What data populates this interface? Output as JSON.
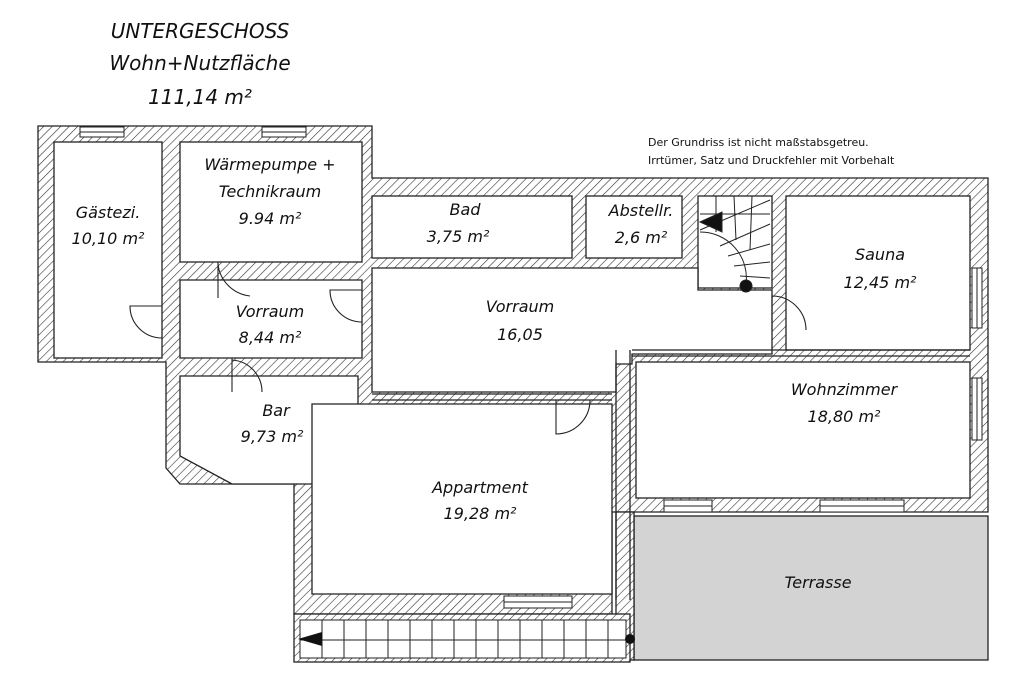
{
  "header": {
    "title_line1": "UNTERGESCHOSS",
    "title_line2": "Wohn+Nutzfläche",
    "title_line3": "111,14 m²"
  },
  "note": {
    "line1": "Der Grundriss ist nicht maßstabsgetreu.",
    "line2": "Irrtümer, Satz und Druckfehler mit Vorbehalt"
  },
  "rooms": {
    "gaestezi": {
      "name": "Gästezi.",
      "area": "10,10 m²"
    },
    "waerme": {
      "name1": "Wärmepumpe +",
      "name2": "Technikraum",
      "area": "9.94 m²"
    },
    "bad": {
      "name": "Bad",
      "area": "3,75 m²"
    },
    "abstell": {
      "name": "Abstellr.",
      "area": "2,6 m²"
    },
    "sauna": {
      "name": "Sauna",
      "area": "12,45 m²"
    },
    "vorraum1": {
      "name": "Vorraum",
      "area": "8,44 m²"
    },
    "vorraum2": {
      "name": "Vorraum",
      "area": "16,05"
    },
    "bar": {
      "name": "Bar",
      "area": "9,73 m²"
    },
    "wohnzimmer": {
      "name": "Wohnzimmer",
      "area": "18,80 m²"
    },
    "appartment": {
      "name": "Appartment",
      "area": "19,28 m²"
    },
    "terrasse": {
      "name": "Terrasse"
    }
  },
  "colors": {
    "wall_line": "#222222",
    "terrace": "#d3d3d3",
    "background": "#ffffff"
  }
}
